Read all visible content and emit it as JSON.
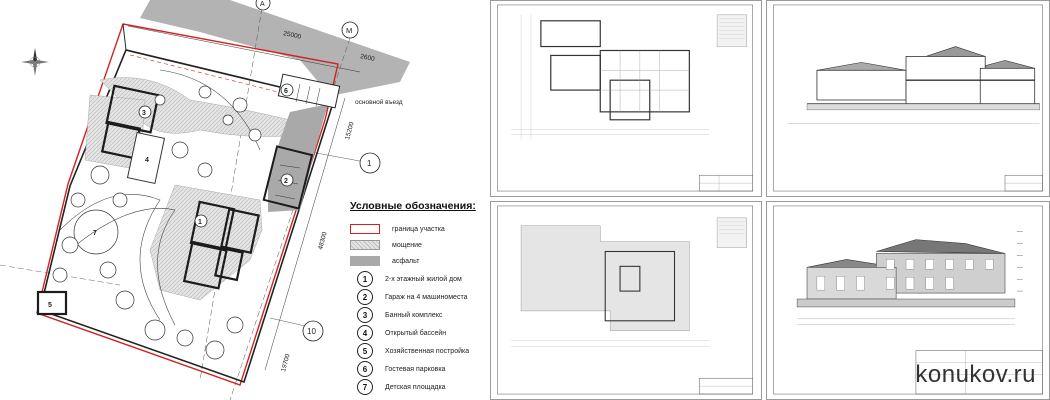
{
  "site_plan": {
    "dimensions": {
      "top_width": "25000",
      "right_top": "2600",
      "right_1": "15200",
      "right_2": "48300",
      "right_3": "19700"
    },
    "grid_markers": {
      "a": "A",
      "m": "M",
      "one": "1",
      "ten": "10"
    },
    "entrance_label": "основной въезд",
    "building_numbers": [
      "1",
      "2",
      "3",
      "4",
      "5",
      "6",
      "7"
    ]
  },
  "legend": {
    "title": "Условные обозначения:",
    "swatches": [
      {
        "label": "граница участка",
        "kind": "boundary"
      },
      {
        "label": "мощение",
        "kind": "paving"
      },
      {
        "label": "асфальт",
        "kind": "asphalt"
      }
    ],
    "items": [
      {
        "num": "1",
        "label": "2-х этажный жилой дом"
      },
      {
        "num": "2",
        "label": "Гараж на 4 машиноместа"
      },
      {
        "num": "3",
        "label": "Банный комплекс"
      },
      {
        "num": "4",
        "label": "Открытый бассейн"
      },
      {
        "num": "5",
        "label": "Хозяйственная постройка"
      },
      {
        "num": "6",
        "label": "Гостевая парковка"
      },
      {
        "num": "7",
        "label": "Детская площадка"
      }
    ]
  },
  "colors": {
    "boundary": "#d42020",
    "asphalt": "#a9a9a9",
    "paving": "#d8d8d8",
    "building": "#1c1c1c"
  },
  "watermark": "konukov.ru"
}
